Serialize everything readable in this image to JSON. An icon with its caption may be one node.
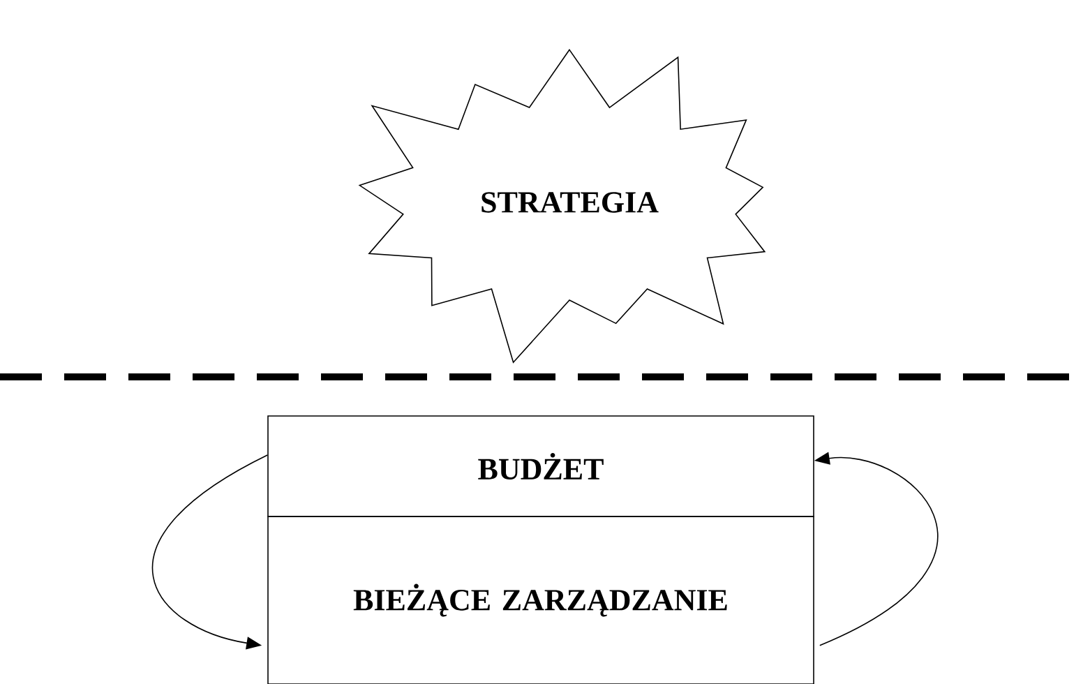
{
  "diagram": {
    "nodes": [
      {
        "text": [
          "STRATEGIA"
        ]
      },
      {
        "text": [
          "BUDŻET"
        ]
      },
      {
        "text": [
          "BIEŻĄCE ZARZĄDZANIE"
        ]
      }
    ],
    "edges": [
      {
        "from": 1,
        "to": 2,
        "arrow": "to"
      },
      {
        "from": 2,
        "to": 1,
        "arrow": "to"
      }
    ]
  }
}
